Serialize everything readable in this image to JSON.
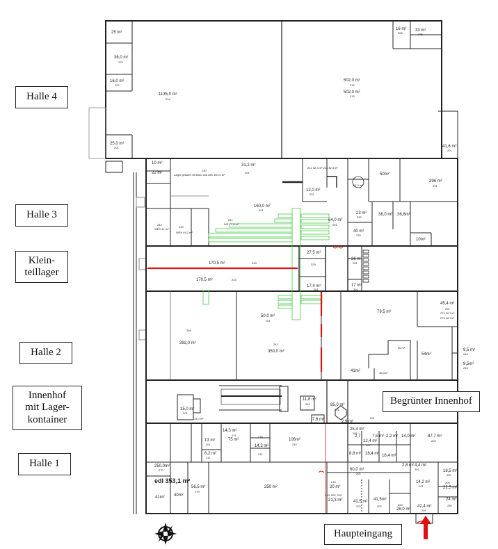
{
  "hall_labels": {
    "halle4": "Halle 4",
    "halle3": "Halle 3",
    "kleinteillager": "Klein-\nteillager",
    "halle2": "Halle 2",
    "innenhof": "Innenhof\nmit Lager-\nkontainer",
    "halle1": "Halle 1"
  },
  "gruener_innenhof": "Begrünter Innenhof",
  "haupteingang": "Haupteingang",
  "edl_label": "edl  353,1 m²",
  "rooms": [
    {
      "id": "r1",
      "area": "25 m²",
      "num": ""
    },
    {
      "id": "r2",
      "area": "36,0 m²",
      "num": "276"
    },
    {
      "id": "r3",
      "area": "16,0 m²",
      "num": "207"
    },
    {
      "id": "r4",
      "area": "1135,0 m²",
      "num": "214"
    },
    {
      "id": "r5",
      "area": "25,0 m²",
      "num": "201"
    },
    {
      "id": "r6",
      "area": "502,0 m²",
      "num": "212"
    },
    {
      "id": "r6b",
      "area": "502,0 m²",
      "num": "213"
    },
    {
      "id": "r7",
      "area": "16 m²",
      "num": "205"
    },
    {
      "id": "r8",
      "area": "33 m²",
      "num": "275"
    },
    {
      "id": "r9",
      "area": "41,6 m²",
      "num": "201"
    },
    {
      "id": "r10",
      "area": "10 m²",
      "num": ""
    },
    {
      "id": "r11",
      "area": "22 m²",
      "num": ""
    },
    {
      "id": "r12",
      "area": "Lager gesamt mit Büro und AKL 601,0 m²",
      "num": "240"
    },
    {
      "id": "r13",
      "area": "31,2 m²",
      "num": "201"
    },
    {
      "id": "r14",
      "area": "212 32,3 m² 213 32,3 m²",
      "num": ""
    },
    {
      "id": "r15",
      "area": "12,0 m²",
      "num": "201"
    },
    {
      "id": "r16",
      "area": "61,3 m²",
      "num": "208"
    },
    {
      "id": "r17",
      "area": "50m²",
      "num": ""
    },
    {
      "id": "r18",
      "area": "396 m²",
      "num": "231"
    },
    {
      "id": "r19",
      "area": "160,0 m²",
      "num": "201"
    },
    {
      "id": "r20",
      "area": "WEK 41 m²",
      "num": "242"
    },
    {
      "id": "r21",
      "area": "WEK 49,2 m²",
      "num": "243"
    },
    {
      "id": "r22",
      "area": "WE 77,0 m²",
      "num": "241"
    },
    {
      "id": "r23",
      "area": "64,0 m²",
      "num": "201"
    },
    {
      "id": "r24",
      "area": "23 m²",
      "num": "230"
    },
    {
      "id": "r25",
      "area": "36,0 m²",
      "num": ""
    },
    {
      "id": "r26",
      "area": "36,8m²",
      "num": ""
    },
    {
      "id": "r27",
      "area": "40 m²",
      "num": "230"
    },
    {
      "id": "r28",
      "area": "10m²",
      "num": ""
    },
    {
      "id": "r29",
      "area": "170,5 m²",
      "num": "243"
    },
    {
      "id": "r30",
      "area": "170,5 m²",
      "num": "243"
    },
    {
      "id": "r31",
      "area": "27,5 m²",
      "num": "229"
    },
    {
      "id": "r32",
      "area": "26 m²",
      "num": "201"
    },
    {
      "id": "r33",
      "area": "17,4 m²",
      "num": "201"
    },
    {
      "id": "r34",
      "area": "17 m²",
      "num": "201"
    },
    {
      "id": "r35",
      "area": "50,0 m²",
      "num": "201"
    },
    {
      "id": "r36",
      "area": "79,5 m²",
      "num": ""
    },
    {
      "id": "r37",
      "area": "45,4 m²",
      "num": "201"
    },
    {
      "id": "r38",
      "area": "271 22,7m²",
      "num": ""
    },
    {
      "id": "r39",
      "area": "272 22,7m²",
      "num": ""
    },
    {
      "id": "r40",
      "area": "392,0 m²",
      "num": "269"
    },
    {
      "id": "r41",
      "area": "350,0 m²",
      "num": "243"
    },
    {
      "id": "r42",
      "area": "40 m²",
      "num": ""
    },
    {
      "id": "r43",
      "area": "54m²",
      "num": ""
    },
    {
      "id": "r44",
      "area": "9,5 m²",
      "num": "216"
    },
    {
      "id": "r45",
      "area": "9,5m²",
      "num": "215"
    },
    {
      "id": "r46",
      "area": "41m²",
      "num": ""
    },
    {
      "id": "r47",
      "area": "16,0m²",
      "num": ""
    },
    {
      "id": "r48",
      "area": "15,0 m²",
      "num": "201"
    },
    {
      "id": "r49",
      "area": "14,0 m²",
      "num": ""
    },
    {
      "id": "r50",
      "area": "11,8 m²",
      "num": "210"
    },
    {
      "id": "r51",
      "area": "85,0 m²",
      "num": "201"
    },
    {
      "id": "r52",
      "area": "7,6 m²",
      "num": "211"
    },
    {
      "id": "r53",
      "area": "2,9 m²",
      "num": "201"
    },
    {
      "id": "r54",
      "area": "14,3 m²",
      "num": ""
    },
    {
      "id": "r55",
      "area": "250,0m²",
      "num": "270"
    },
    {
      "id": "r56",
      "area": "13 m²",
      "num": "201"
    },
    {
      "id": "r57",
      "area": "6,2 m²",
      "num": "211"
    },
    {
      "id": "r58",
      "area": "75 m²",
      "num": "211"
    },
    {
      "id": "r59",
      "area": "14,3 m²",
      "num": "210"
    },
    {
      "id": "r60",
      "area": "14,3 m²",
      "num": "211"
    },
    {
      "id": "r61",
      "area": "106m²",
      "num": "210"
    },
    {
      "id": "r62",
      "area": "25,4 m²",
      "num": "201"
    },
    {
      "id": "r63",
      "area": "12,4 m²",
      "num": "201"
    },
    {
      "id": "r64",
      "area": "2,7",
      "num": ""
    },
    {
      "id": "r65",
      "area": "7,5 m²",
      "num": ""
    },
    {
      "id": "r66",
      "area": "2,2 m²",
      "num": ""
    },
    {
      "id": "r67",
      "area": "14,0 m²",
      "num": ""
    },
    {
      "id": "r68",
      "area": "87,7 m²",
      "num": "202"
    },
    {
      "id": "r69",
      "area": "8,8 m²",
      "num": ""
    },
    {
      "id": "r70",
      "area": "18,4 m²",
      "num": ""
    },
    {
      "id": "r71",
      "area": "18,4 m²",
      "num": ""
    },
    {
      "id": "r72",
      "area": "60,0 m²",
      "num": "201"
    },
    {
      "id": "r73",
      "area": "2,8 m²",
      "num": ""
    },
    {
      "id": "r74",
      "area": "4,4 m²",
      "num": "201"
    },
    {
      "id": "r75",
      "area": "18,5 m²",
      "num": "239"
    },
    {
      "id": "r76",
      "area": "56,5 m²",
      "num": "279"
    },
    {
      "id": "r77",
      "area": "250 m²",
      "num": ""
    },
    {
      "id": "r78",
      "area": "20 m²",
      "num": "274"
    },
    {
      "id": "r79",
      "area": "21,3 m²",
      "num": "203, 204, 220"
    },
    {
      "id": "r80",
      "area": "41,5 m²",
      "num": "202"
    },
    {
      "id": "r81",
      "area": "41,5m²",
      "num": "202"
    },
    {
      "id": "r82",
      "area": "14,2 m²",
      "num": "201"
    },
    {
      "id": "r83",
      "area": "42,4 m²",
      "num": "201"
    },
    {
      "id": "r84",
      "area": "28,0 m²",
      "num": "200"
    },
    {
      "id": "r85",
      "area": "22,5 m²",
      "num": "209"
    },
    {
      "id": "r86",
      "area": "24 m²",
      "num": "230"
    },
    {
      "id": "r87",
      "area": "41m²",
      "num": ""
    },
    {
      "id": "r88",
      "area": "40m²",
      "num": ""
    }
  ],
  "icons": {
    "compass": "compass-rose-icon",
    "entrance_arrow": "arrow-up-icon"
  },
  "colors": {
    "wall": "#222222",
    "thin_wall": "#555555",
    "accent_red": "#dd1111",
    "storage_green": "#44cc44",
    "background": "#ffffff"
  }
}
